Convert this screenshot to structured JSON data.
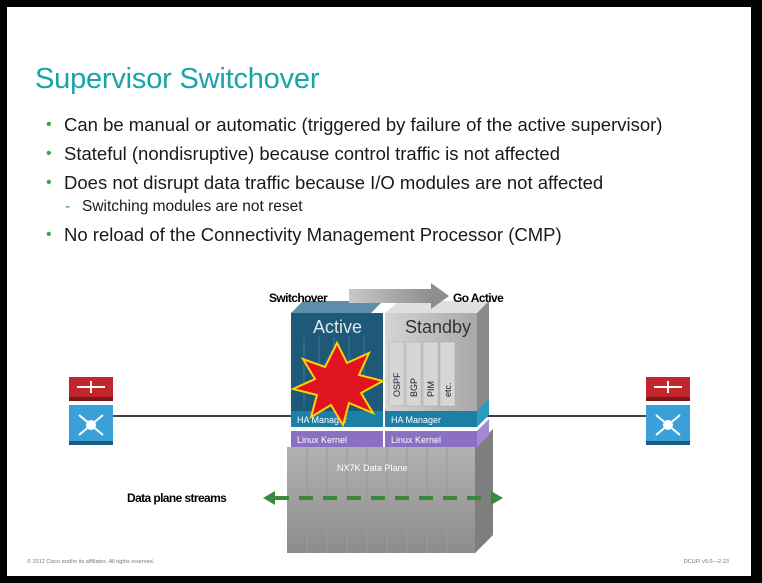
{
  "title": "Supervisor Switchover",
  "bullets": [
    {
      "text": "Can be manual or automatic (triggered by failure of the active supervisor)",
      "level": 1
    },
    {
      "text": "Stateful (nondisruptive) because control traffic is not affected",
      "level": 1
    },
    {
      "text": "Does not disrupt data traffic because I/O modules are not affected",
      "level": 1
    },
    {
      "text": "Switching modules are not reset",
      "level": 2
    },
    {
      "text": "No reload of the Connectivity Management Processor (CMP)",
      "level": 1
    }
  ],
  "bullet_marks": {
    "level1": "•",
    "level2": "-"
  },
  "diagram": {
    "switchover_label": "Switchover",
    "go_active_label": "Go Active",
    "active_label": "Active",
    "standby_label": "Standby",
    "protocols": [
      "OSPF",
      "BGP",
      "PIM",
      "etc."
    ],
    "ha_manager_label": "HA Manager",
    "linux_kernel_label": "Linux Kernel",
    "data_plane_label": "NX7K Data Plane",
    "data_streams_label": "Data plane streams"
  },
  "footer": {
    "copyright": "© 2012 Cisco and/or its affiliates. All rights reserved.",
    "course_code": "DCUFI v5.0—2-23"
  },
  "colors": {
    "title": "#1aa3a8",
    "bullet": "#3aa648",
    "active_panel": "#1e5a78",
    "standby_panel": "#b5b5b5",
    "ha_manager": "#1e7fa6",
    "linux_kernel": "#8a6fc2",
    "data_stream": "#3b8a3a",
    "burst": "#e0141e"
  }
}
